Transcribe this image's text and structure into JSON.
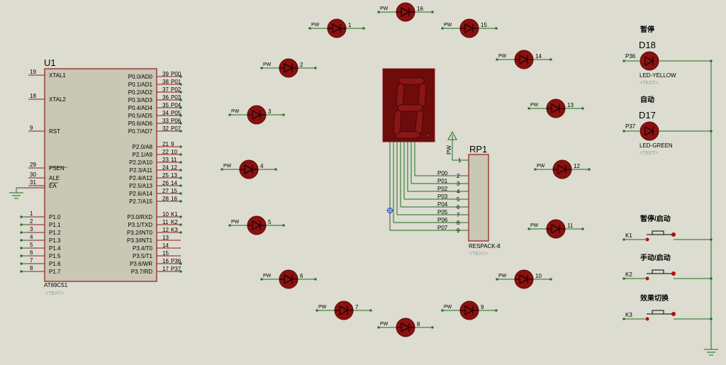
{
  "colors": {
    "background": "#dcdcd0",
    "wire": "#1e6b1e",
    "pin": "#8b1a1a",
    "body_stroke": "#8b1a1a",
    "chip_fill": "#c8c8b4",
    "led_fill": "#8b1010",
    "seg_on": "#5a0a0a",
    "text": "#000000",
    "placeholder": "#9a9a9a"
  },
  "mcu": {
    "ref": "U1",
    "part": "AT89C51",
    "text_placeholder": "<TEXT>",
    "left_pins": [
      {
        "num": "19",
        "name": "XTAL1"
      },
      {
        "num": "18",
        "name": "XTAL2"
      },
      {
        "num": "9",
        "name": "RST"
      },
      {
        "num": "29",
        "name": "PSEN"
      },
      {
        "num": "30",
        "name": "ALE"
      },
      {
        "num": "31",
        "name": "EA"
      },
      {
        "num": "1",
        "name": "P1.0"
      },
      {
        "num": "2",
        "name": "P1.1"
      },
      {
        "num": "3",
        "name": "P1.2"
      },
      {
        "num": "4",
        "name": "P1.3"
      },
      {
        "num": "5",
        "name": "P1.4"
      },
      {
        "num": "6",
        "name": "P1.5"
      },
      {
        "num": "7",
        "name": "P1.6"
      },
      {
        "num": "8",
        "name": "P1.7"
      }
    ],
    "right_pins": [
      {
        "num": "39",
        "name": "P0.0/AD0",
        "net": "P00"
      },
      {
        "num": "38",
        "name": "P0.1/AD1",
        "net": "P01"
      },
      {
        "num": "37",
        "name": "P0.2/AD2",
        "net": "P02"
      },
      {
        "num": "36",
        "name": "P0.3/AD3",
        "net": "P03"
      },
      {
        "num": "35",
        "name": "P0.4/AD4",
        "net": "P04"
      },
      {
        "num": "34",
        "name": "P0.5/AD5",
        "net": "P05"
      },
      {
        "num": "33",
        "name": "P0.6/AD6",
        "net": "P06"
      },
      {
        "num": "32",
        "name": "P0.7/AD7",
        "net": "P07"
      },
      {
        "num": "21",
        "name": "P2.0/A8",
        "net": "9"
      },
      {
        "num": "22",
        "name": "P2.1/A9",
        "net": "10"
      },
      {
        "num": "23",
        "name": "P2.2/A10",
        "net": "11"
      },
      {
        "num": "24",
        "name": "P2.3/A11",
        "net": "12"
      },
      {
        "num": "25",
        "name": "P2.4/A12",
        "net": "13"
      },
      {
        "num": "26",
        "name": "P2.5/A13",
        "net": "14"
      },
      {
        "num": "27",
        "name": "P2.6/A14",
        "net": "15"
      },
      {
        "num": "28",
        "name": "P2.7/A15",
        "net": "16"
      },
      {
        "num": "10",
        "name": "P3.0/RXD",
        "net": "K1"
      },
      {
        "num": "11",
        "name": "P3.1/TXD",
        "net": "K2"
      },
      {
        "num": "12",
        "name": "P3.2/INT0",
        "net": "K3"
      },
      {
        "num": "13",
        "name": "P3.3/INT1",
        "net": ""
      },
      {
        "num": "14",
        "name": "P3.4/T0",
        "net": ""
      },
      {
        "num": "15",
        "name": "P3.5/T1",
        "net": ""
      },
      {
        "num": "16",
        "name": "P3.6/WR",
        "net": "P36"
      },
      {
        "num": "17",
        "name": "P3.7/RD",
        "net": "P37"
      }
    ]
  },
  "ring_leds": [
    {
      "pw": "PW",
      "num": "1"
    },
    {
      "pw": "PW",
      "num": "2"
    },
    {
      "pw": "PW",
      "num": "3"
    },
    {
      "pw": "PW",
      "num": "4"
    },
    {
      "pw": "PW",
      "num": "5"
    },
    {
      "pw": "PW",
      "num": "6"
    },
    {
      "pw": "PW",
      "num": "7"
    },
    {
      "pw": "PW",
      "num": "8"
    },
    {
      "pw": "PW",
      "num": "9"
    },
    {
      "pw": "PW",
      "num": "10"
    },
    {
      "pw": "PW",
      "num": "11"
    },
    {
      "pw": "PW",
      "num": "12"
    },
    {
      "pw": "PW",
      "num": "13"
    },
    {
      "pw": "PW",
      "num": "14"
    },
    {
      "pw": "PW",
      "num": "15"
    },
    {
      "pw": "PW",
      "num": "16"
    }
  ],
  "resistor_pack": {
    "ref": "RP1",
    "part": "RESPACK-8",
    "text_placeholder": "<TEXT>",
    "power_label": "PW",
    "pin1": "1",
    "pins": [
      {
        "net": "P00",
        "num": "2"
      },
      {
        "net": "P01",
        "num": "3"
      },
      {
        "net": "P02",
        "num": "4"
      },
      {
        "net": "P03",
        "num": "5"
      },
      {
        "net": "P04",
        "num": "6"
      },
      {
        "net": "P05",
        "num": "7"
      },
      {
        "net": "P06",
        "num": "8"
      },
      {
        "net": "P07",
        "num": "9"
      }
    ]
  },
  "seven_segment": {
    "digit": "8"
  },
  "status_leds": [
    {
      "caption": "暂停",
      "ref": "D18",
      "net": "P36",
      "part": "LED-YELLOW",
      "text_placeholder": "<TEXT>"
    },
    {
      "caption": "自动",
      "ref": "D17",
      "net": "P37",
      "part": "LED-GREEN",
      "text_placeholder": "<TEXT>"
    }
  ],
  "buttons": [
    {
      "caption": "暂停/启动",
      "ref": "K1"
    },
    {
      "caption": "手动/启动",
      "ref": "K2"
    },
    {
      "caption": "效果切换",
      "ref": "K3"
    }
  ]
}
